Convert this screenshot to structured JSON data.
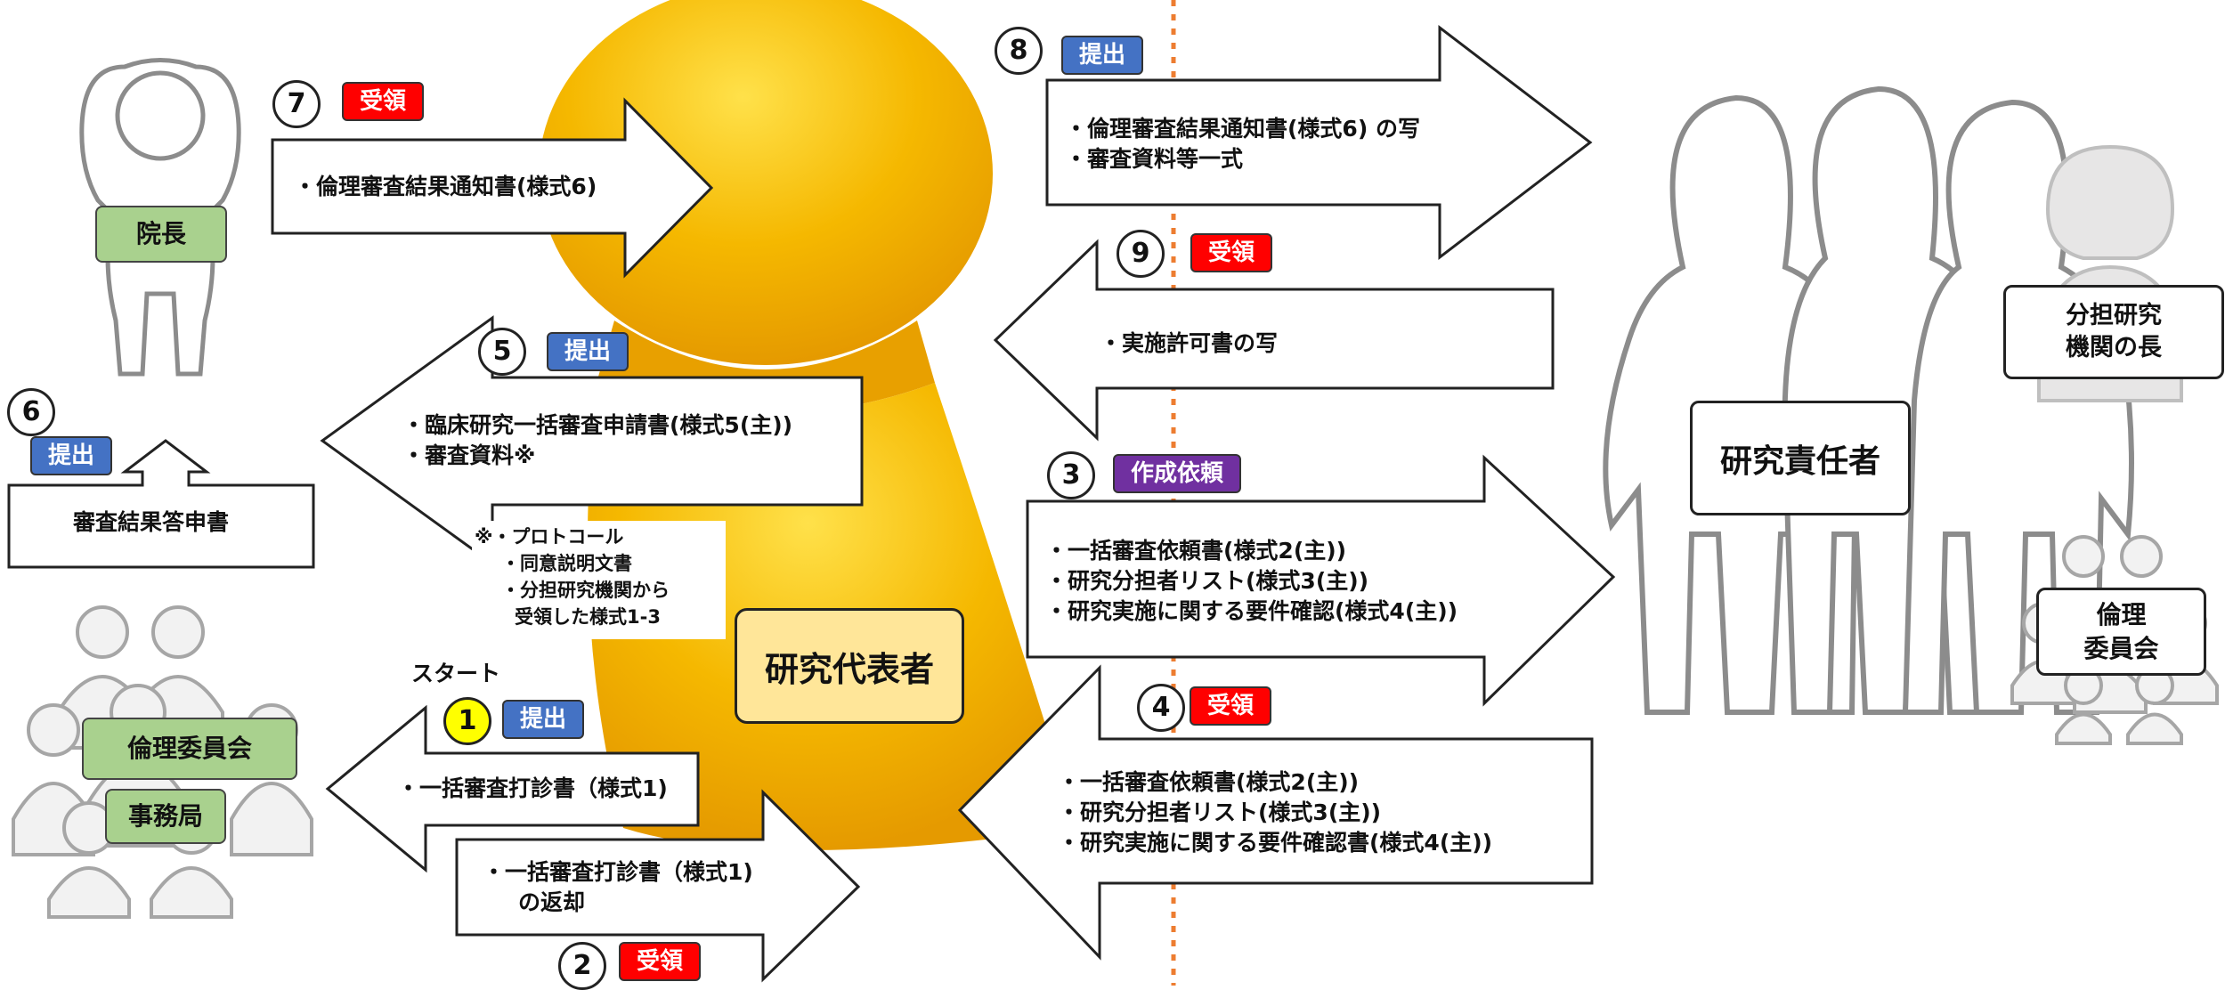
{
  "header": {
    "fragment": ""
  },
  "roles": {
    "hospital_director": "院長",
    "ethics_committee": "倫理委員会",
    "secretariat": "事務局",
    "principal_investigator": "研究代表者",
    "research_lead": "研究責任者",
    "partner_head_l1": "分担研究",
    "partner_head_l2": "機関の長",
    "local_ethics_l1": "倫理",
    "local_ethics_l2": "委員会"
  },
  "start_label": "スタート",
  "steps": {
    "s1": {
      "num": "1",
      "badge": "提出",
      "items": [
        "・一括審査打診書（様式1)"
      ]
    },
    "s2": {
      "num": "2",
      "badge": "受領",
      "items": [
        "・一括審査打診書（様式1)",
        "の返却"
      ]
    },
    "s3": {
      "num": "3",
      "badge": "作成依頼",
      "items": [
        "・一括審査依頼書(様式2(主))",
        "・研究分担者リスト(様式3(主))",
        "・研究実施に関する要件確認(様式4(主))"
      ]
    },
    "s4": {
      "num": "4",
      "badge": "受領",
      "items": [
        "・一括審査依頼書(様式2(主))",
        "・研究分担者リスト(様式3(主))",
        "・研究実施に関する要件確認書(様式4(主))"
      ]
    },
    "s5": {
      "num": "5",
      "badge": "提出",
      "items": [
        "・臨床研究一括審査申請書(様式5(主))",
        "・審査資料※"
      ]
    },
    "s6": {
      "num": "6",
      "badge": "提出",
      "items": [
        "審査結果答申書"
      ]
    },
    "s7": {
      "num": "7",
      "badge": "受領",
      "items": [
        "・倫理審査結果通知書(様式6)"
      ]
    },
    "s8": {
      "num": "8",
      "badge": "提出",
      "items": [
        "・倫理審査結果通知書(様式6) の写",
        "・審査資料等一式"
      ]
    },
    "s9": {
      "num": "9",
      "badge": "受領",
      "items": [
        "・実施許可書の写"
      ]
    }
  },
  "note": {
    "lines": [
      "※・プロトコール",
      "・同意説明文書",
      "・分担研究機関から",
      "受領した様式1-3"
    ]
  },
  "colors": {
    "blue": "#4472c4",
    "red": "#ff0000",
    "purple": "#7030a0",
    "green": "#a9d18e",
    "yellow_pawn": "#f5b800",
    "divider": "#ed7d31"
  }
}
